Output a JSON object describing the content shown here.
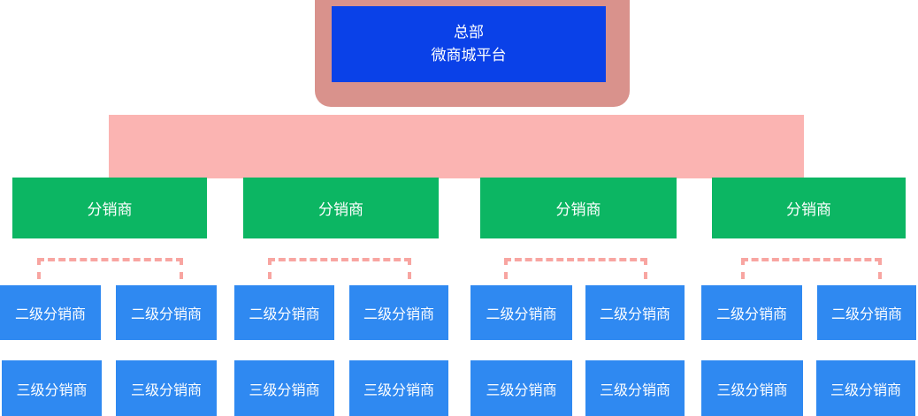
{
  "org_chart": {
    "headquarters": {
      "line1": "总部",
      "line2": "微商城平台"
    },
    "distributors": [
      {
        "label": "分销商",
        "level2": [
          "二级分销商",
          "二级分销商"
        ],
        "level3": [
          "三级分销商",
          "三级分销商"
        ]
      },
      {
        "label": "分销商",
        "level2": [
          "二级分销商",
          "二级分销商"
        ],
        "level3": [
          "三级分销商",
          "三级分销商"
        ]
      },
      {
        "label": "分销商",
        "level2": [
          "二级分销商",
          "二级分销商"
        ],
        "level3": [
          "三级分销商",
          "三级分销商"
        ]
      },
      {
        "label": "分销商",
        "level2": [
          "二级分销商",
          "二级分销商"
        ],
        "level3": [
          "三级分销商",
          "三级分销商"
        ]
      }
    ]
  },
  "colors": {
    "headquarters_blue": "#0a41e8",
    "highlight_salmon": "#d9928c",
    "connector_pink": "#fbb4b2",
    "dashed_pink": "#f8a5a1",
    "distributor_green": "#0cb663",
    "sub_blue": "#2f89f1"
  }
}
